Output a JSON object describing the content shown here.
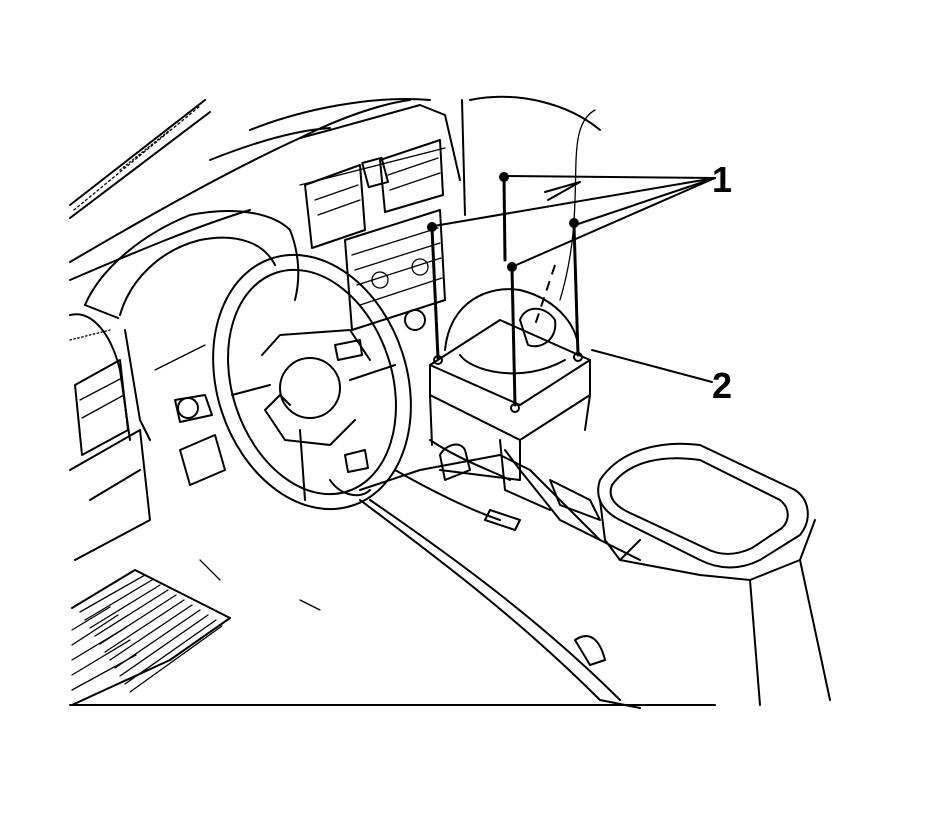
{
  "figure": {
    "callouts": [
      {
        "id": "1",
        "label": "1",
        "icon": "screw-icon"
      },
      {
        "id": "2",
        "label": "2",
        "icon": "shifter-bracket-icon"
      }
    ],
    "colors": {
      "line": "#000000",
      "background": "#ffffff"
    }
  }
}
